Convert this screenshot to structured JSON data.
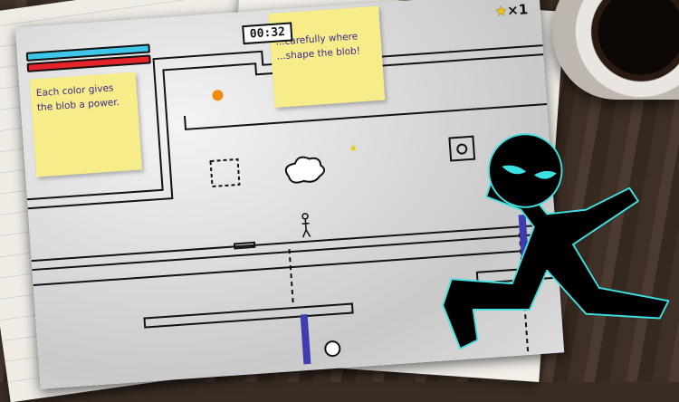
{
  "hud": {
    "timer": "00:32",
    "stars_count": "×1",
    "health_bar_color": "#3ec6e8",
    "power_bar_color": "#e4242a"
  },
  "notes": [
    {
      "text": "Each color gives the blob a power."
    },
    {
      "text": "...carefully where ...shape the blob!"
    }
  ],
  "icons": {
    "star": "star-icon"
  }
}
